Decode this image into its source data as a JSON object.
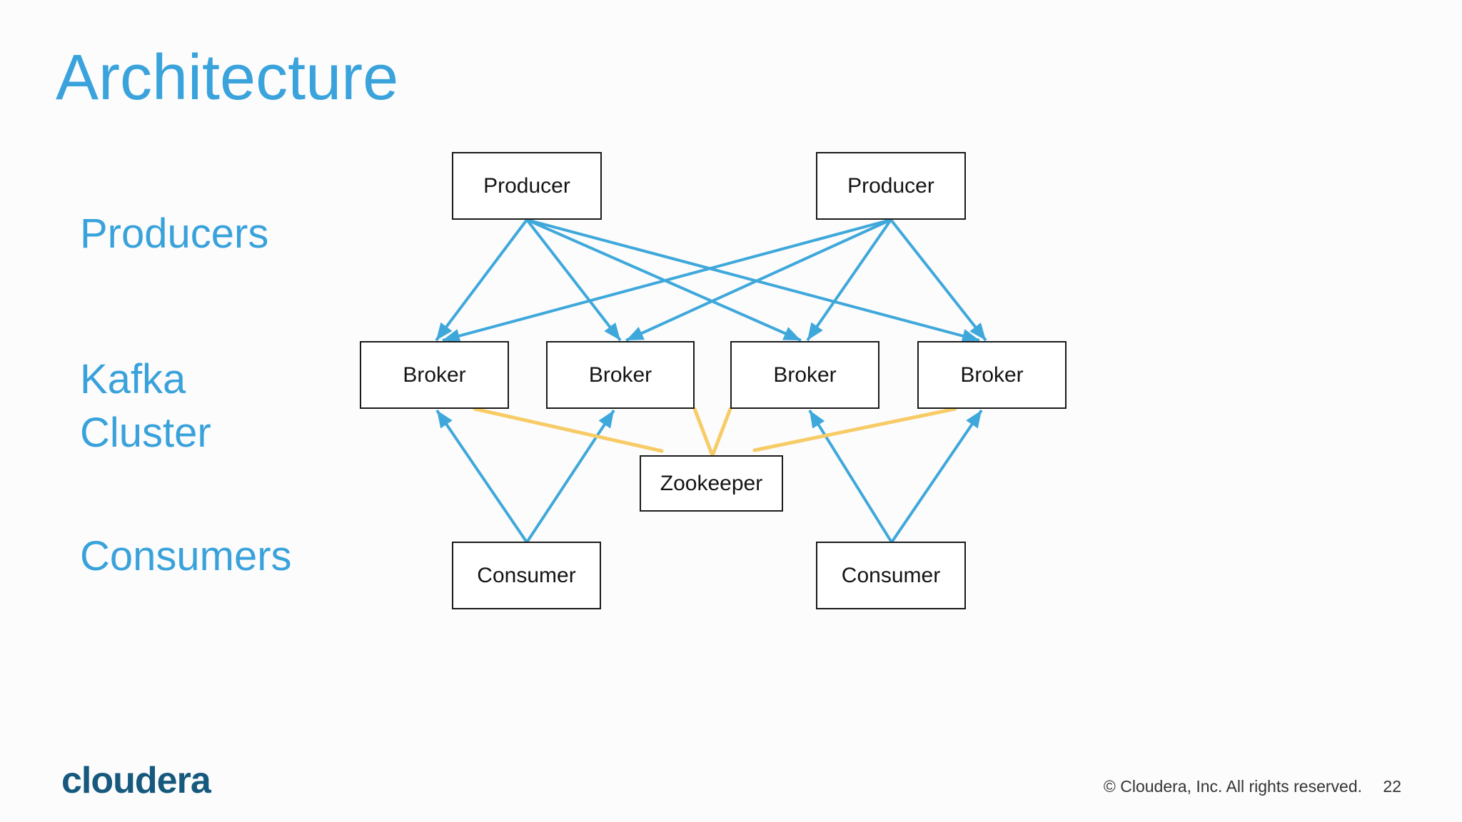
{
  "title": "Architecture",
  "side_labels": {
    "producers": "Producers",
    "kafka_cluster": "Kafka Cluster",
    "consumers": "Consumers"
  },
  "nodes": [
    {
      "id": "producer-1",
      "label": "Producer"
    },
    {
      "id": "producer-2",
      "label": "Producer"
    },
    {
      "id": "broker-1",
      "label": "Broker"
    },
    {
      "id": "broker-2",
      "label": "Broker"
    },
    {
      "id": "broker-3",
      "label": "Broker"
    },
    {
      "id": "broker-4",
      "label": "Broker"
    },
    {
      "id": "zookeeper",
      "label": "Zookeeper"
    },
    {
      "id": "consumer-1",
      "label": "Consumer"
    },
    {
      "id": "consumer-2",
      "label": "Consumer"
    }
  ],
  "connections": {
    "producer_to_broker": {
      "color": "#3fa8db",
      "arrowhead": true,
      "edges": [
        [
          "producer-1",
          "broker-1"
        ],
        [
          "producer-1",
          "broker-2"
        ],
        [
          "producer-1",
          "broker-3"
        ],
        [
          "producer-1",
          "broker-4"
        ],
        [
          "producer-2",
          "broker-1"
        ],
        [
          "producer-2",
          "broker-2"
        ],
        [
          "producer-2",
          "broker-3"
        ],
        [
          "producer-2",
          "broker-4"
        ]
      ]
    },
    "consumer_to_broker": {
      "color": "#3fa8db",
      "arrowhead": true,
      "edges": [
        [
          "consumer-1",
          "broker-1"
        ],
        [
          "consumer-1",
          "broker-2"
        ],
        [
          "consumer-2",
          "broker-3"
        ],
        [
          "consumer-2",
          "broker-4"
        ]
      ]
    },
    "zookeeper_to_broker": {
      "color": "#f7cc67",
      "arrowhead": false,
      "edges": [
        [
          "zookeeper",
          "broker-1"
        ],
        [
          "zookeeper",
          "broker-2"
        ],
        [
          "zookeeper",
          "broker-3"
        ],
        [
          "zookeeper",
          "broker-4"
        ]
      ]
    }
  },
  "footer": {
    "logo_text": "cloudera",
    "copyright": "© Cloudera, Inc. All rights reserved.",
    "page_number": "22"
  },
  "colors": {
    "title_blue": "#3aa3dc",
    "arrow_blue": "#3fa8db",
    "connector_yellow": "#f7cc67",
    "logo_blue": "#17597e",
    "box_border": "#1a1a1a"
  }
}
